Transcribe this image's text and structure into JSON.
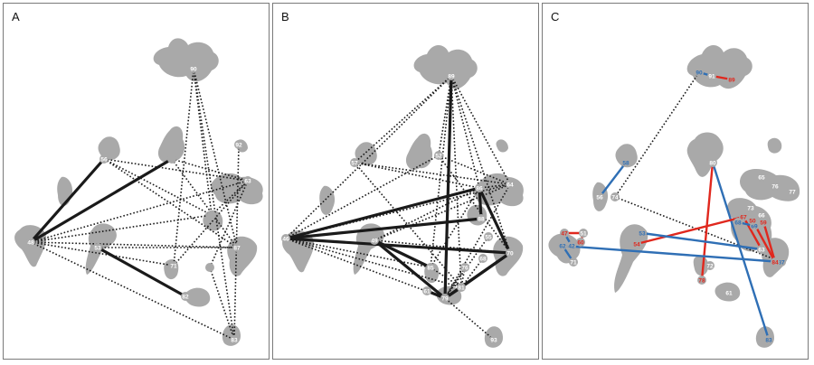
{
  "colors": {
    "blob": "#a9a9a9",
    "dotted": "#1a1a1a",
    "solid": "#1a1a1a",
    "blue": "#2f6fb5",
    "red": "#e0281e",
    "node_label_light": "#ffffff"
  },
  "panels": [
    {
      "label": "A",
      "nodes": [
        {
          "id": "90",
          "label": "90",
          "label_color": "light"
        },
        {
          "id": "92",
          "label": "92",
          "label_color": "light"
        },
        {
          "id": "56",
          "label": "56",
          "label_color": "light"
        },
        {
          "id": "63",
          "label": "63",
          "label_color": "light"
        },
        {
          "id": "48",
          "label": "48",
          "label_color": "light"
        },
        {
          "id": "53",
          "label": "53",
          "label_color": "light"
        },
        {
          "id": "87",
          "label": "87",
          "label_color": "light"
        },
        {
          "id": "71",
          "label": "71",
          "label_color": "light"
        },
        {
          "id": "82",
          "label": "82",
          "label_color": "light"
        },
        {
          "id": "83",
          "label": "83",
          "label_color": "light"
        },
        {
          "id": "a1",
          "label": "",
          "label_color": "light"
        },
        {
          "id": "a2",
          "label": "",
          "label_color": "light"
        },
        {
          "id": "a3",
          "label": "",
          "label_color": "light"
        }
      ],
      "edges": [
        {
          "from": "48",
          "to": "56",
          "style": "solid"
        },
        {
          "from": "48",
          "to": "a1",
          "style": "solid"
        },
        {
          "from": "53",
          "to": "82",
          "style": "solid"
        },
        {
          "from": "90",
          "to": "71",
          "style": "dotted"
        },
        {
          "from": "90",
          "to": "87",
          "style": "dotted"
        },
        {
          "from": "90",
          "to": "83",
          "style": "dotted"
        },
        {
          "from": "90",
          "to": "a2",
          "style": "dotted"
        },
        {
          "from": "56",
          "to": "63",
          "style": "dotted"
        },
        {
          "from": "56",
          "to": "87",
          "style": "dotted"
        },
        {
          "from": "56",
          "to": "a2",
          "style": "dotted"
        },
        {
          "from": "a1",
          "to": "87",
          "style": "dotted"
        },
        {
          "from": "a1",
          "to": "63",
          "style": "dotted"
        },
        {
          "from": "48",
          "to": "63",
          "style": "dotted"
        },
        {
          "from": "48",
          "to": "a2",
          "style": "dotted"
        },
        {
          "from": "48",
          "to": "87",
          "style": "dotted"
        },
        {
          "from": "48",
          "to": "71",
          "style": "dotted"
        },
        {
          "from": "48",
          "to": "83",
          "style": "dotted"
        },
        {
          "from": "53",
          "to": "87",
          "style": "dotted"
        },
        {
          "from": "71",
          "to": "63",
          "style": "dotted"
        },
        {
          "from": "92",
          "to": "83",
          "style": "dotted"
        },
        {
          "from": "a3",
          "to": "63",
          "style": "dotted"
        },
        {
          "from": "a3",
          "to": "83",
          "style": "dotted"
        },
        {
          "from": "63",
          "to": "a2",
          "style": "dotted"
        }
      ]
    },
    {
      "label": "B",
      "nodes": [
        {
          "id": "89",
          "label": "89",
          "label_color": "light"
        },
        {
          "id": "b52",
          "label": "52",
          "label_color": "light"
        },
        {
          "id": "b57",
          "label": "57",
          "label_color": "light"
        },
        {
          "id": "b64",
          "label": "64",
          "label_color": "light"
        },
        {
          "id": "b46",
          "label": "46",
          "label_color": "light"
        },
        {
          "id": "b49",
          "label": "49",
          "label_color": "light"
        },
        {
          "id": "b76",
          "label": "76",
          "label_color": "light"
        },
        {
          "id": "b85",
          "label": "85",
          "label_color": "light"
        },
        {
          "id": "b79",
          "label": "79",
          "label_color": "light"
        },
        {
          "id": "b81",
          "label": "81",
          "label_color": "light"
        },
        {
          "id": "b61",
          "label": "61",
          "label_color": "light"
        },
        {
          "id": "b70",
          "label": "70",
          "label_color": "light"
        },
        {
          "id": "b88",
          "label": "88",
          "label_color": "light"
        },
        {
          "id": "b86",
          "label": "86",
          "label_color": "light"
        },
        {
          "id": "b55",
          "label": "55",
          "label_color": "light"
        },
        {
          "id": "b68",
          "label": "68",
          "label_color": "light"
        },
        {
          "id": "b93",
          "label": "93",
          "label_color": "light"
        }
      ],
      "edges": [
        {
          "from": "89",
          "to": "b79",
          "style": "solid"
        },
        {
          "from": "b46",
          "to": "b70",
          "style": "solid"
        },
        {
          "from": "b46",
          "to": "b88",
          "style": "solid"
        },
        {
          "from": "b46",
          "to": "b86",
          "style": "solid"
        },
        {
          "from": "b49",
          "to": "b79",
          "style": "solid"
        },
        {
          "from": "b49",
          "to": "b85",
          "style": "solid"
        },
        {
          "from": "b79",
          "to": "b70",
          "style": "solid"
        },
        {
          "from": "b79",
          "to": "b81",
          "style": "solid"
        },
        {
          "from": "b81",
          "to": "b70",
          "style": "solid"
        },
        {
          "from": "b70",
          "to": "b86",
          "style": "solid"
        },
        {
          "from": "b88",
          "to": "b86",
          "style": "solid"
        },
        {
          "from": "b61",
          "to": "b79",
          "style": "solid"
        },
        {
          "from": "89",
          "to": "b52",
          "style": "dotted"
        },
        {
          "from": "89",
          "to": "b57",
          "style": "dotted"
        },
        {
          "from": "89",
          "to": "b46",
          "style": "dotted"
        },
        {
          "from": "89",
          "to": "b64",
          "style": "dotted"
        },
        {
          "from": "89",
          "to": "b86",
          "style": "dotted"
        },
        {
          "from": "89",
          "to": "b85",
          "style": "dotted"
        },
        {
          "from": "89",
          "to": "b81",
          "style": "dotted"
        },
        {
          "from": "89",
          "to": "b70",
          "style": "dotted"
        },
        {
          "from": "b52",
          "to": "b70",
          "style": "dotted"
        },
        {
          "from": "b52",
          "to": "b64",
          "style": "dotted"
        },
        {
          "from": "b52",
          "to": "b46",
          "style": "dotted"
        },
        {
          "from": "b57",
          "to": "b64",
          "style": "dotted"
        },
        {
          "from": "b57",
          "to": "b81",
          "style": "dotted"
        },
        {
          "from": "b57",
          "to": "b86",
          "style": "dotted"
        },
        {
          "from": "b46",
          "to": "b64",
          "style": "dotted"
        },
        {
          "from": "b46",
          "to": "b85",
          "style": "dotted"
        },
        {
          "from": "b46",
          "to": "b81",
          "style": "dotted"
        },
        {
          "from": "b46",
          "to": "b79",
          "style": "dotted"
        },
        {
          "from": "b49",
          "to": "b64",
          "style": "dotted"
        },
        {
          "from": "b49",
          "to": "b70",
          "style": "dotted"
        },
        {
          "from": "b49",
          "to": "b86",
          "style": "dotted"
        },
        {
          "from": "b76",
          "to": "b81",
          "style": "dotted"
        },
        {
          "from": "b76",
          "to": "b79",
          "style": "dotted"
        },
        {
          "from": "b85",
          "to": "b86",
          "style": "dotted"
        },
        {
          "from": "b85",
          "to": "b81",
          "style": "dotted"
        },
        {
          "from": "b64",
          "to": "b79",
          "style": "dotted"
        },
        {
          "from": "b64",
          "to": "b86",
          "style": "dotted"
        },
        {
          "from": "b55",
          "to": "b79",
          "style": "dotted"
        },
        {
          "from": "b68",
          "to": "b81",
          "style": "dotted"
        },
        {
          "from": "b93",
          "to": "b79",
          "style": "dotted"
        }
      ]
    },
    {
      "label": "C",
      "nodes": [
        {
          "id": "c90",
          "label": "90",
          "label_color": "blue"
        },
        {
          "id": "c91",
          "label": "91",
          "label_color": "light"
        },
        {
          "id": "c89",
          "label": "89",
          "label_color": "red"
        },
        {
          "id": "c80",
          "label": "80",
          "label_color": "light"
        },
        {
          "id": "c65",
          "label": "65",
          "label_color": "light"
        },
        {
          "id": "c76",
          "label": "76",
          "label_color": "light"
        },
        {
          "id": "c77",
          "label": "77",
          "label_color": "light"
        },
        {
          "id": "c58",
          "label": "58",
          "label_color": "blue"
        },
        {
          "id": "c56",
          "label": "56",
          "label_color": "light"
        },
        {
          "id": "c74",
          "label": "74",
          "label_color": "light"
        },
        {
          "id": "c73",
          "label": "73",
          "label_color": "light"
        },
        {
          "id": "c66",
          "label": "66",
          "label_color": "light"
        },
        {
          "id": "c67",
          "label": "67",
          "label_color": "red"
        },
        {
          "id": "c68",
          "label": "68",
          "label_color": "blue"
        },
        {
          "id": "c69",
          "label": "69",
          "label_color": "blue"
        },
        {
          "id": "c50",
          "label": "50",
          "label_color": "red"
        },
        {
          "id": "c59",
          "label": "59",
          "label_color": "red"
        },
        {
          "id": "c53",
          "label": "53",
          "label_color": "blue"
        },
        {
          "id": "c54",
          "label": "54",
          "label_color": "red"
        },
        {
          "id": "c63",
          "label": "63",
          "label_color": "light"
        },
        {
          "id": "c87",
          "label": "87",
          "label_color": "blue"
        },
        {
          "id": "c84",
          "label": "84",
          "label_color": "red"
        },
        {
          "id": "c72",
          "label": "72",
          "label_color": "light"
        },
        {
          "id": "c78",
          "label": "78",
          "label_color": "red"
        },
        {
          "id": "c61",
          "label": "61",
          "label_color": "light"
        },
        {
          "id": "c83",
          "label": "83",
          "label_color": "blue"
        },
        {
          "id": "c47",
          "label": "47",
          "label_color": "red"
        },
        {
          "id": "c51",
          "label": "51",
          "label_color": "light"
        },
        {
          "id": "c60",
          "label": "60",
          "label_color": "red"
        },
        {
          "id": "c62",
          "label": "62",
          "label_color": "blue"
        },
        {
          "id": "c42",
          "label": "42",
          "label_color": "blue"
        },
        {
          "id": "c71",
          "label": "71",
          "label_color": "light"
        }
      ],
      "edges": [
        {
          "from": "c90",
          "to": "c91",
          "style": "blue"
        },
        {
          "from": "c91",
          "to": "c89",
          "style": "red"
        },
        {
          "from": "c90",
          "to": "c74",
          "style": "dotted"
        },
        {
          "from": "c58",
          "to": "c56",
          "style": "blue"
        },
        {
          "from": "c74",
          "to": "c87",
          "style": "dotted"
        },
        {
          "from": "c80",
          "to": "c78",
          "style": "red"
        },
        {
          "from": "c80",
          "to": "c83",
          "style": "blue"
        },
        {
          "from": "c54",
          "to": "c67",
          "style": "red"
        },
        {
          "from": "c53",
          "to": "c63",
          "style": "blue"
        },
        {
          "from": "c62",
          "to": "c87",
          "style": "blue"
        },
        {
          "from": "c66",
          "to": "c84",
          "style": "red"
        },
        {
          "from": "c67",
          "to": "c63",
          "style": "red"
        },
        {
          "from": "c50",
          "to": "c84",
          "style": "red"
        },
        {
          "from": "c68",
          "to": "c69",
          "style": "blue"
        },
        {
          "from": "c47",
          "to": "c51",
          "style": "red"
        },
        {
          "from": "c51",
          "to": "c60",
          "style": "red"
        },
        {
          "from": "c47",
          "to": "c42",
          "style": "blue"
        },
        {
          "from": "c62",
          "to": "c71",
          "style": "blue"
        }
      ]
    }
  ]
}
